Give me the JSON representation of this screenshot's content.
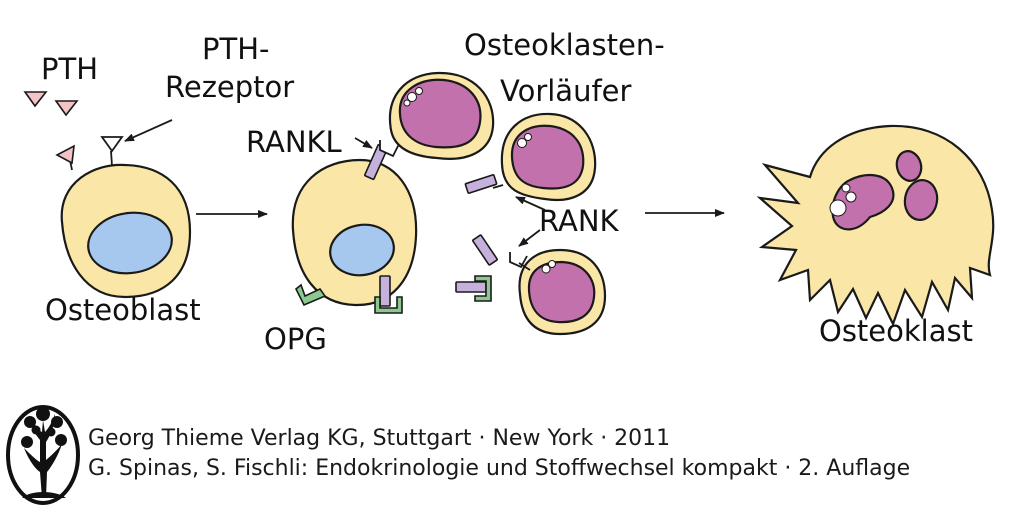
{
  "labels": {
    "pth": "PTH",
    "pth_receptor_line1": "PTH-",
    "pth_receptor_line2": "Rezeptor",
    "osteoblast": "Osteoblast",
    "rankl": "RANKL",
    "opg": "OPG",
    "precursor_line1": "Osteoklasten-",
    "precursor_line2": "Vorläufer",
    "rank": "RANK",
    "osteoclast": "Osteoklast"
  },
  "credits": {
    "line1": "Georg Thieme Verlag KG, Stuttgart · New York · 2011",
    "line2": "G. Spinas, S. Fischli: Endokrinologie und Stoffwechsel kompakt · 2. Auflage"
  },
  "logo": {
    "icon": "tree-icon"
  },
  "colors": {
    "cell": "#fae6a6",
    "osteoblast_nucleus": "#a6c7ee",
    "osteoclast_nucleus": "#c271ad",
    "pth": "#f3c3c6",
    "rankl": "#c6b1dc",
    "opg": "#8cc98e"
  }
}
